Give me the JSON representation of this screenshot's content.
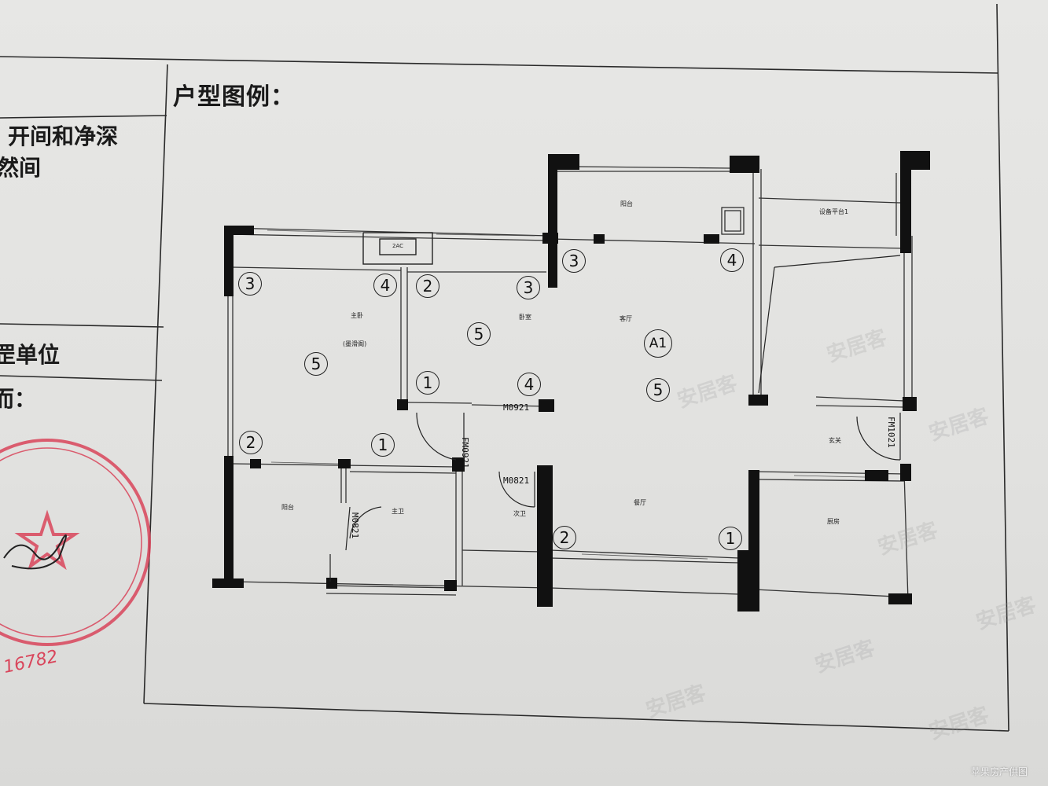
{
  "document": {
    "heading": "户型图例：",
    "left_text_1": "开间和净深",
    "left_text_2": "然间",
    "left_text_3": "罡单位",
    "left_text_4": "而：",
    "stamp_number": "16782",
    "footer": "苹果房产供图"
  },
  "rooms": {
    "master_bedroom": "主卧",
    "master_note": "(墨滑阁)",
    "bedroom": "卧室",
    "living_room": "客厅",
    "balcony_top": "阳台",
    "balcony_left": "阳台",
    "equipment": "设备平台1",
    "master_bath": "主卫",
    "second_bath": "次卫",
    "dining": "餐厅",
    "entrance": "玄关",
    "kitchen": "厨房",
    "ac": "2AC",
    "unit": "A1"
  },
  "doors": {
    "m0921": "M0921",
    "fm0921": "FM0921",
    "m0821_a": "M0821",
    "m0821_b": "M0821",
    "fm1021": "FM1021"
  },
  "markers": [
    "3",
    "4",
    "2",
    "3",
    "5",
    "5",
    "1",
    "4",
    "2",
    "1",
    "3",
    "4",
    "5",
    "2",
    "1"
  ],
  "watermark": "安居客"
}
